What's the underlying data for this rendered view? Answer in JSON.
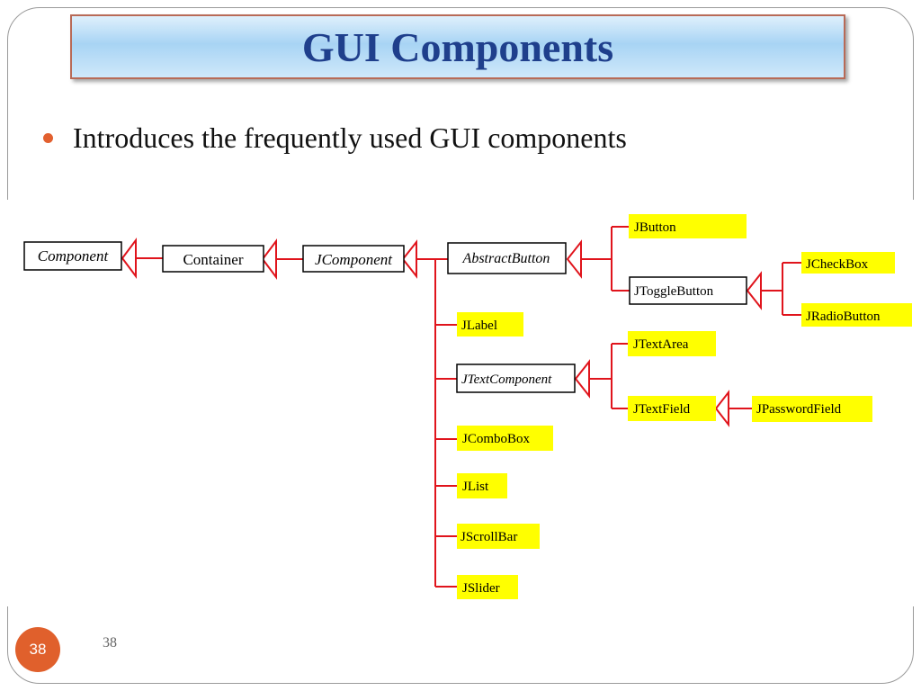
{
  "slide": {
    "title": "GUI Components",
    "bullet": "Introduces the frequently used GUI components",
    "badge_number": "38",
    "page_number": "38"
  },
  "colors": {
    "accent": "#e0602c",
    "title_text": "#1f3f8c",
    "connector": "#e0141c",
    "leaf_fill": "#ffff00"
  },
  "diagram": {
    "nodes": {
      "component": "Component",
      "container": "Container",
      "jcomponent": "JComponent",
      "abstractbutton": "AbstractButton",
      "jbutton": "JButton",
      "jtogglebutton": "JToggleButton",
      "jcheckbox": "JCheckBox",
      "jradiobutton": "JRadioButton",
      "jlabel": "JLabel",
      "jtextcomponent": "JTextComponent",
      "jtextarea": "JTextArea",
      "jtextfield": "JTextField",
      "jpasswordfield": "JPasswordField",
      "jcombobox": "JComboBox",
      "jlist": "JList",
      "jscrollbar": "JScrollBar",
      "jslider": "JSlider"
    },
    "inheritance": [
      [
        "Container",
        "Component"
      ],
      [
        "JComponent",
        "Container"
      ],
      [
        "AbstractButton",
        "JComponent"
      ],
      [
        "JLabel",
        "JComponent"
      ],
      [
        "JTextComponent",
        "JComponent"
      ],
      [
        "JComboBox",
        "JComponent"
      ],
      [
        "JList",
        "JComponent"
      ],
      [
        "JScrollBar",
        "JComponent"
      ],
      [
        "JSlider",
        "JComponent"
      ],
      [
        "JButton",
        "AbstractButton"
      ],
      [
        "JToggleButton",
        "AbstractButton"
      ],
      [
        "JCheckBox",
        "JToggleButton"
      ],
      [
        "JRadioButton",
        "JToggleButton"
      ],
      [
        "JTextArea",
        "JTextComponent"
      ],
      [
        "JTextField",
        "JTextComponent"
      ],
      [
        "JPasswordField",
        "JTextField"
      ]
    ]
  }
}
